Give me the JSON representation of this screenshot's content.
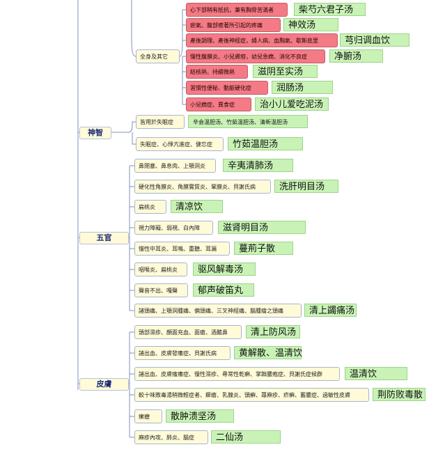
{
  "categories": [
    {
      "key": "shenzhi",
      "label": "神智"
    },
    {
      "key": "wuguan",
      "label": "五官"
    },
    {
      "key": "pifu",
      "label": "皮膚"
    }
  ],
  "quanshen": {
    "label": "全身及其它",
    "items": [
      {
        "symptom": "心下部稍有抵抗，兼有胸脅苦滿者",
        "remedy": "柴芍六君子汤"
      },
      {
        "symptom": "瘀氣、腹部癒著所引起的疼痛",
        "remedy": "神效汤"
      },
      {
        "symptom": "產後調理、產後神經症，婦人病、血胸氣、歇斯底里",
        "remedy": "芎归调血饮"
      },
      {
        "symptom": "慢性腹膜炎、小兒膚疳，幼兒急癇、消化不良症",
        "remedy": "净腑汤"
      },
      {
        "symptom": "結核熱、持續微熱",
        "remedy": "滋阴至实汤"
      },
      {
        "symptom": "習慣性便秘、動脈硬化症",
        "remedy": "润肠汤"
      },
      {
        "symptom": "小兒癇症、異食症",
        "remedy": "治小儿爱吃泥汤"
      }
    ]
  },
  "shenzhi": {
    "items": [
      {
        "symptom": "皆用於失眠症",
        "remedy": "辛会温胆汤、竹茹温胆汤、清新温胆汤"
      },
      {
        "symptom": "失眠症、心悸亢進症、健忘症",
        "remedy": "竹茹温胆汤"
      }
    ]
  },
  "wuguan": {
    "items": [
      {
        "symptom": "鼻閉塞、鼻息肉、上顎洞炎",
        "remedy": "辛夷清肺汤"
      },
      {
        "symptom": "硬化性角膜炎、角膜實質炎、鞏膜炎、貝謝氏病",
        "remedy": "洗肝明目汤"
      },
      {
        "symptom": "扁桃炎",
        "remedy": "清凉饮"
      },
      {
        "symptom": "視力障礙、弱視、白內障",
        "remedy": "滋肾明目汤"
      },
      {
        "symptom": "慢性中耳炎、耳鳴、重聽、耳漏",
        "remedy": "蔓荊子散"
      },
      {
        "symptom": "咽喉炎、扁桃炎",
        "remedy": "驱风解毒汤"
      },
      {
        "symptom": "聲音不出、嘎聲",
        "remedy": "郁声破笛丸"
      },
      {
        "symptom": "諸頭痛、上顎洞腫痛、偏頭痛、三叉神經痛、腦腫瘤之頭痛",
        "remedy": "清上蠲痛汤"
      }
    ]
  },
  "pifu": {
    "items": [
      {
        "symptom": "頭部濕疹、顏面充血、面瘡、酒齄鼻",
        "remedy": "清上防风汤"
      },
      {
        "symptom": "諸出血、皮膚發癢症、貝謝氏病",
        "remedy": "黄解散、温清饮"
      },
      {
        "symptom": "諸出血、皮膚瘙癢症、慢性濕疹、尋常性乾癬、掌蹠膿疱症、貝謝氏症候群",
        "remedy": "温清饮"
      },
      {
        "symptom": "較十味敗毒湯稍微輕症者、癤瘡、乳腺炎、頭癬、蕁麻疹、疥癬、蓄膿症、過敏性皮膚",
        "remedy": "荆防败毒散"
      },
      {
        "symptom": "瘰癧",
        "remedy": "散肿溃坚汤"
      },
      {
        "symptom": "麻疹內攻、肺炎、腦症",
        "remedy": "二仙汤"
      }
    ]
  },
  "colors": {
    "yellow": "#fffbd9",
    "red": "#f27b85",
    "green": "#c9f3b6",
    "line": "#7f8fb8",
    "category_text": "#1a2a7a"
  }
}
